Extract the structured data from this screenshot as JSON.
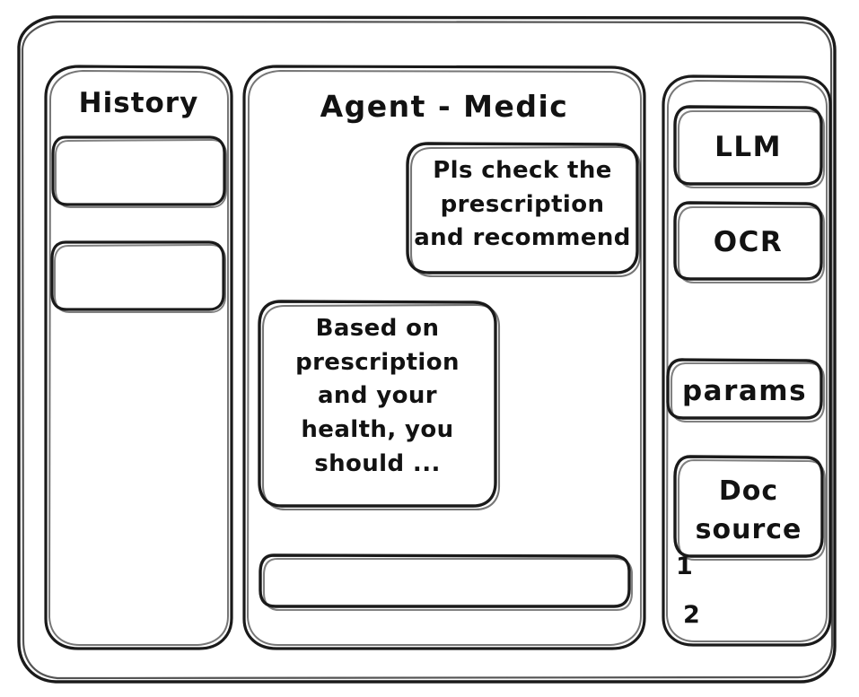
{
  "window": {
    "name": "hand-drawn-wireframe"
  },
  "sidebar_left": {
    "title": "History",
    "items": [
      {
        "label": ""
      },
      {
        "label": ""
      }
    ]
  },
  "main": {
    "title": "Agent - Medic",
    "messages": [
      {
        "role": "user",
        "text": "Pls check the\nprescription\nand recommend"
      },
      {
        "role": "assistant",
        "text": "Based on\nprescription\nand your\nhealth, you\nshould ..."
      }
    ],
    "composer": {
      "value": "",
      "placeholder": ""
    }
  },
  "sidebar_right": {
    "buttons": [
      {
        "label": "LLM"
      },
      {
        "label": "OCR"
      },
      {
        "label": "params"
      },
      {
        "label": "Doc\nsource"
      }
    ],
    "source_list": [
      {
        "label": "1"
      },
      {
        "label": "2"
      }
    ]
  },
  "colors": {
    "ink": "#1a1a1a",
    "paper": "#ffffff",
    "text": "#121212"
  }
}
